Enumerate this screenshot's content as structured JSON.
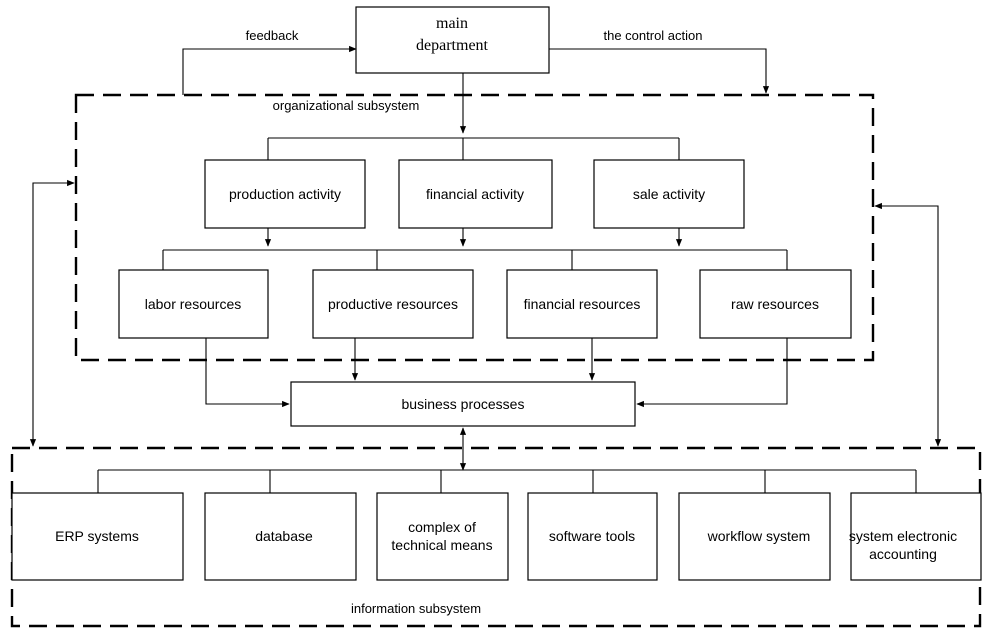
{
  "top": {
    "main_line1": "main",
    "main_line2": "department",
    "feedback": "feedback",
    "control_action": "the control action"
  },
  "organizational": {
    "label": "organizational subsystem",
    "activities": [
      "production activity",
      "financial activity",
      "sale activity"
    ],
    "resources": [
      "labor resources",
      "productive resources",
      "financial resources",
      "raw resources"
    ]
  },
  "business_processes": "business processes",
  "information": {
    "label": "information subsystem",
    "systems": [
      [
        "ERP systems"
      ],
      [
        "database"
      ],
      [
        "complex of",
        "technical means"
      ],
      [
        "software tools"
      ],
      [
        "workflow system"
      ],
      [
        "system electronic",
        "accounting"
      ]
    ]
  }
}
